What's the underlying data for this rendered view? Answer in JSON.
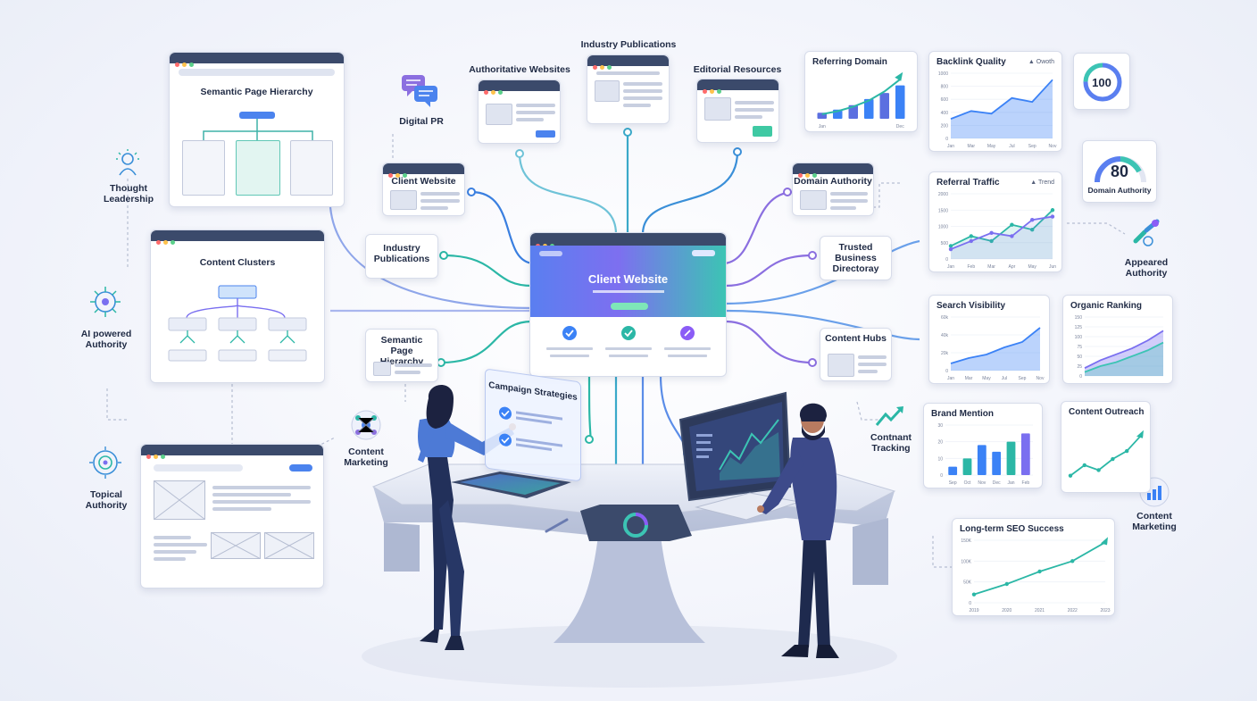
{
  "left_column": {
    "semantic_card_title": "Semantic Page Hierarchy",
    "content_clusters_title": "Content Clusters",
    "thought_leadership": "Thought Leadership",
    "ai_authority": "AI powered Authority",
    "topical_authority": "Topical Authority"
  },
  "top_nodes": {
    "digital_pr": "Digital PR",
    "authoritative_websites": "Authoritative Websites",
    "industry_publications": "Industry Publications",
    "editorial_resources": "Editorial Resources"
  },
  "hub": {
    "client_website_small": "Client Website",
    "industry_publications_left": "Industry Publications",
    "semantic_page_hierarchy_left": "Semantic Page Hierarchy",
    "content_marketing_left": "Content Marketing",
    "domain_authority_card": "Domain Authority",
    "trusted_business_directory": "Trusted Business Directoray",
    "content_hubs": "Content Hubs",
    "contnant_tracking": "Contnant Tracking",
    "center_title": "Client Website",
    "campaign_strategies": "Campaign Strategies"
  },
  "metrics": {
    "score_100": "100",
    "domain_authority_score": "80",
    "domain_authority_label": "Domain Authority",
    "appeared_authority": "Appeared Authority",
    "content_marketing_right": "Content Marketing"
  },
  "chart_data": [
    {
      "name_key": "referring_domain",
      "type": "bar",
      "title": "Referring Domain",
      "categories": [
        "Jan",
        "",
        "",
        "",
        "",
        "Dec"
      ],
      "values": [
        8,
        12,
        18,
        26,
        34,
        44
      ],
      "line_values": [
        6,
        10,
        16,
        24,
        36,
        52
      ],
      "ylim": [
        0,
        60
      ]
    },
    {
      "name_key": "backlink_quality",
      "type": "area",
      "title": "Backlink Quality",
      "legend": "Owoth",
      "x": [
        "Jan",
        "Mar",
        "May",
        "Jul",
        "Sep",
        "Nov"
      ],
      "values": [
        300,
        420,
        380,
        620,
        560,
        900
      ],
      "yticks": [
        "1000",
        "800",
        "600",
        "400",
        "200",
        "0"
      ],
      "ylim": [
        0,
        1000
      ]
    },
    {
      "name_key": "referral_traffic",
      "type": "line",
      "title": "Referral Traffic",
      "legend": "Trend",
      "x": [
        "Jan",
        "Feb",
        "Mar",
        "Apr",
        "May",
        "Jun"
      ],
      "series": [
        {
          "values": [
            400,
            700,
            550,
            1050,
            900,
            1500
          ]
        },
        {
          "values": [
            300,
            550,
            800,
            700,
            1200,
            1300
          ]
        }
      ],
      "yticks": [
        "2000",
        "1500",
        "1000",
        "500",
        "0"
      ],
      "ylim": [
        0,
        2000
      ]
    },
    {
      "name_key": "search_visibility",
      "type": "area",
      "title": "Search Visibility",
      "x": [
        "Jan",
        "Mar",
        "May",
        "Jul",
        "Sep",
        "Nov"
      ],
      "values": [
        8,
        14,
        18,
        26,
        32,
        48
      ],
      "yticks": [
        "60k",
        "40k",
        "20k",
        "0"
      ],
      "ylim": [
        0,
        60
      ]
    },
    {
      "name_key": "organic_ranking",
      "type": "area",
      "title": "Organic Ranking",
      "values": [
        20,
        40,
        55,
        70,
        90,
        115
      ],
      "values2": [
        10,
        25,
        35,
        50,
        65,
        85
      ],
      "yticks": [
        "150",
        "125",
        "100",
        "75",
        "50",
        "25",
        "0"
      ],
      "ylim": [
        0,
        150
      ]
    },
    {
      "name_key": "brand_mention",
      "type": "bar",
      "title": "Brand Mention",
      "categories": [
        "Sep",
        "Oct",
        "Nov",
        "Dec",
        "Jan",
        "Feb"
      ],
      "values": [
        5,
        10,
        18,
        14,
        20,
        25
      ],
      "yticks": [
        "30",
        "20",
        "10",
        "0"
      ],
      "ylim": [
        0,
        30
      ]
    },
    {
      "name_key": "content_outreach",
      "type": "line",
      "title": "Content Outreach",
      "values": [
        15,
        32,
        24,
        42,
        55,
        80
      ],
      "ylim": [
        0,
        100
      ]
    },
    {
      "name_key": "long_term_seo",
      "type": "line",
      "title": "Long-term SEO Success",
      "x": [
        "2019",
        "2020",
        "2021",
        "2022",
        "2023"
      ],
      "values": [
        20,
        45,
        75,
        100,
        145
      ],
      "yticks": [
        "150K",
        "100K",
        "50K",
        "0"
      ],
      "ylim": [
        0,
        150
      ]
    }
  ],
  "colors": {
    "accent_blue": "#3b82f6",
    "accent_teal": "#2bb7a6",
    "accent_purple": "#8b5cf6",
    "dark_bar": "#3b4a6b"
  }
}
